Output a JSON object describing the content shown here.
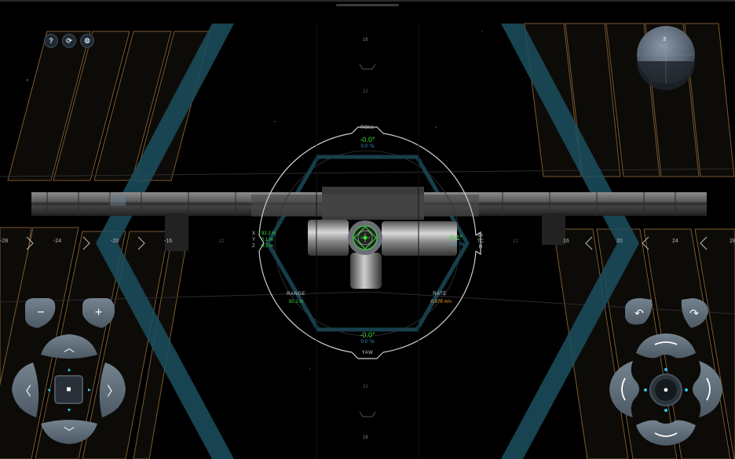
{
  "hud_buttons": [
    {
      "name": "help-button",
      "glyph": "?"
    },
    {
      "name": "reset-button",
      "glyph": "⟳"
    },
    {
      "name": "settings-button",
      "glyph": "⚙"
    }
  ],
  "attitude": {
    "roll": {
      "label": "ROLL",
      "angle": "-0.0°",
      "rate": "0.0 °/s"
    },
    "pitch": {
      "label": "PITCH",
      "angle": "-0.1°",
      "rate": "0.0 °/s"
    },
    "yaw": {
      "label": "YAW",
      "angle": "-0.0°",
      "rate": "0.0 °/s"
    }
  },
  "position": {
    "x_label": "X",
    "x": "92.2 m",
    "y_label": "Y",
    "y": "0.1 m",
    "z_label": "Z",
    "z": "0.2 m"
  },
  "range": {
    "label": "RANGE",
    "value": "92.2 m"
  },
  "rate": {
    "label": "RATE",
    "value": "-0.678 m/s"
  },
  "vertical_scale": {
    "top": [
      "16",
      "12"
    ],
    "bottom": [
      "12",
      "16"
    ]
  },
  "horizontal_scale": {
    "left": [
      "-28",
      "-24",
      "-20",
      "-16",
      "-12"
    ],
    "right": [
      "12",
      "16",
      "20",
      "24",
      "28"
    ]
  },
  "navball": {
    "marker": "3"
  },
  "translation_controls": {
    "zoom_out": "−",
    "zoom_in": "+",
    "up": "︿",
    "down": "﹀",
    "left": "〈",
    "right": "〉",
    "center": "■"
  },
  "rotation_controls": {
    "roll_left": "↶",
    "roll_right": "↷",
    "pitch_up": "‿",
    "pitch_down": "‿",
    "yaw_left": "(",
    "yaw_right": ")",
    "center": "●"
  },
  "colors": {
    "green": "#3adf3a",
    "blue": "#3aa0d8",
    "orange": "#f0a020",
    "teal": "#1c4f5e",
    "button": "#5b6a78",
    "panel_line": "#7a5a30"
  }
}
